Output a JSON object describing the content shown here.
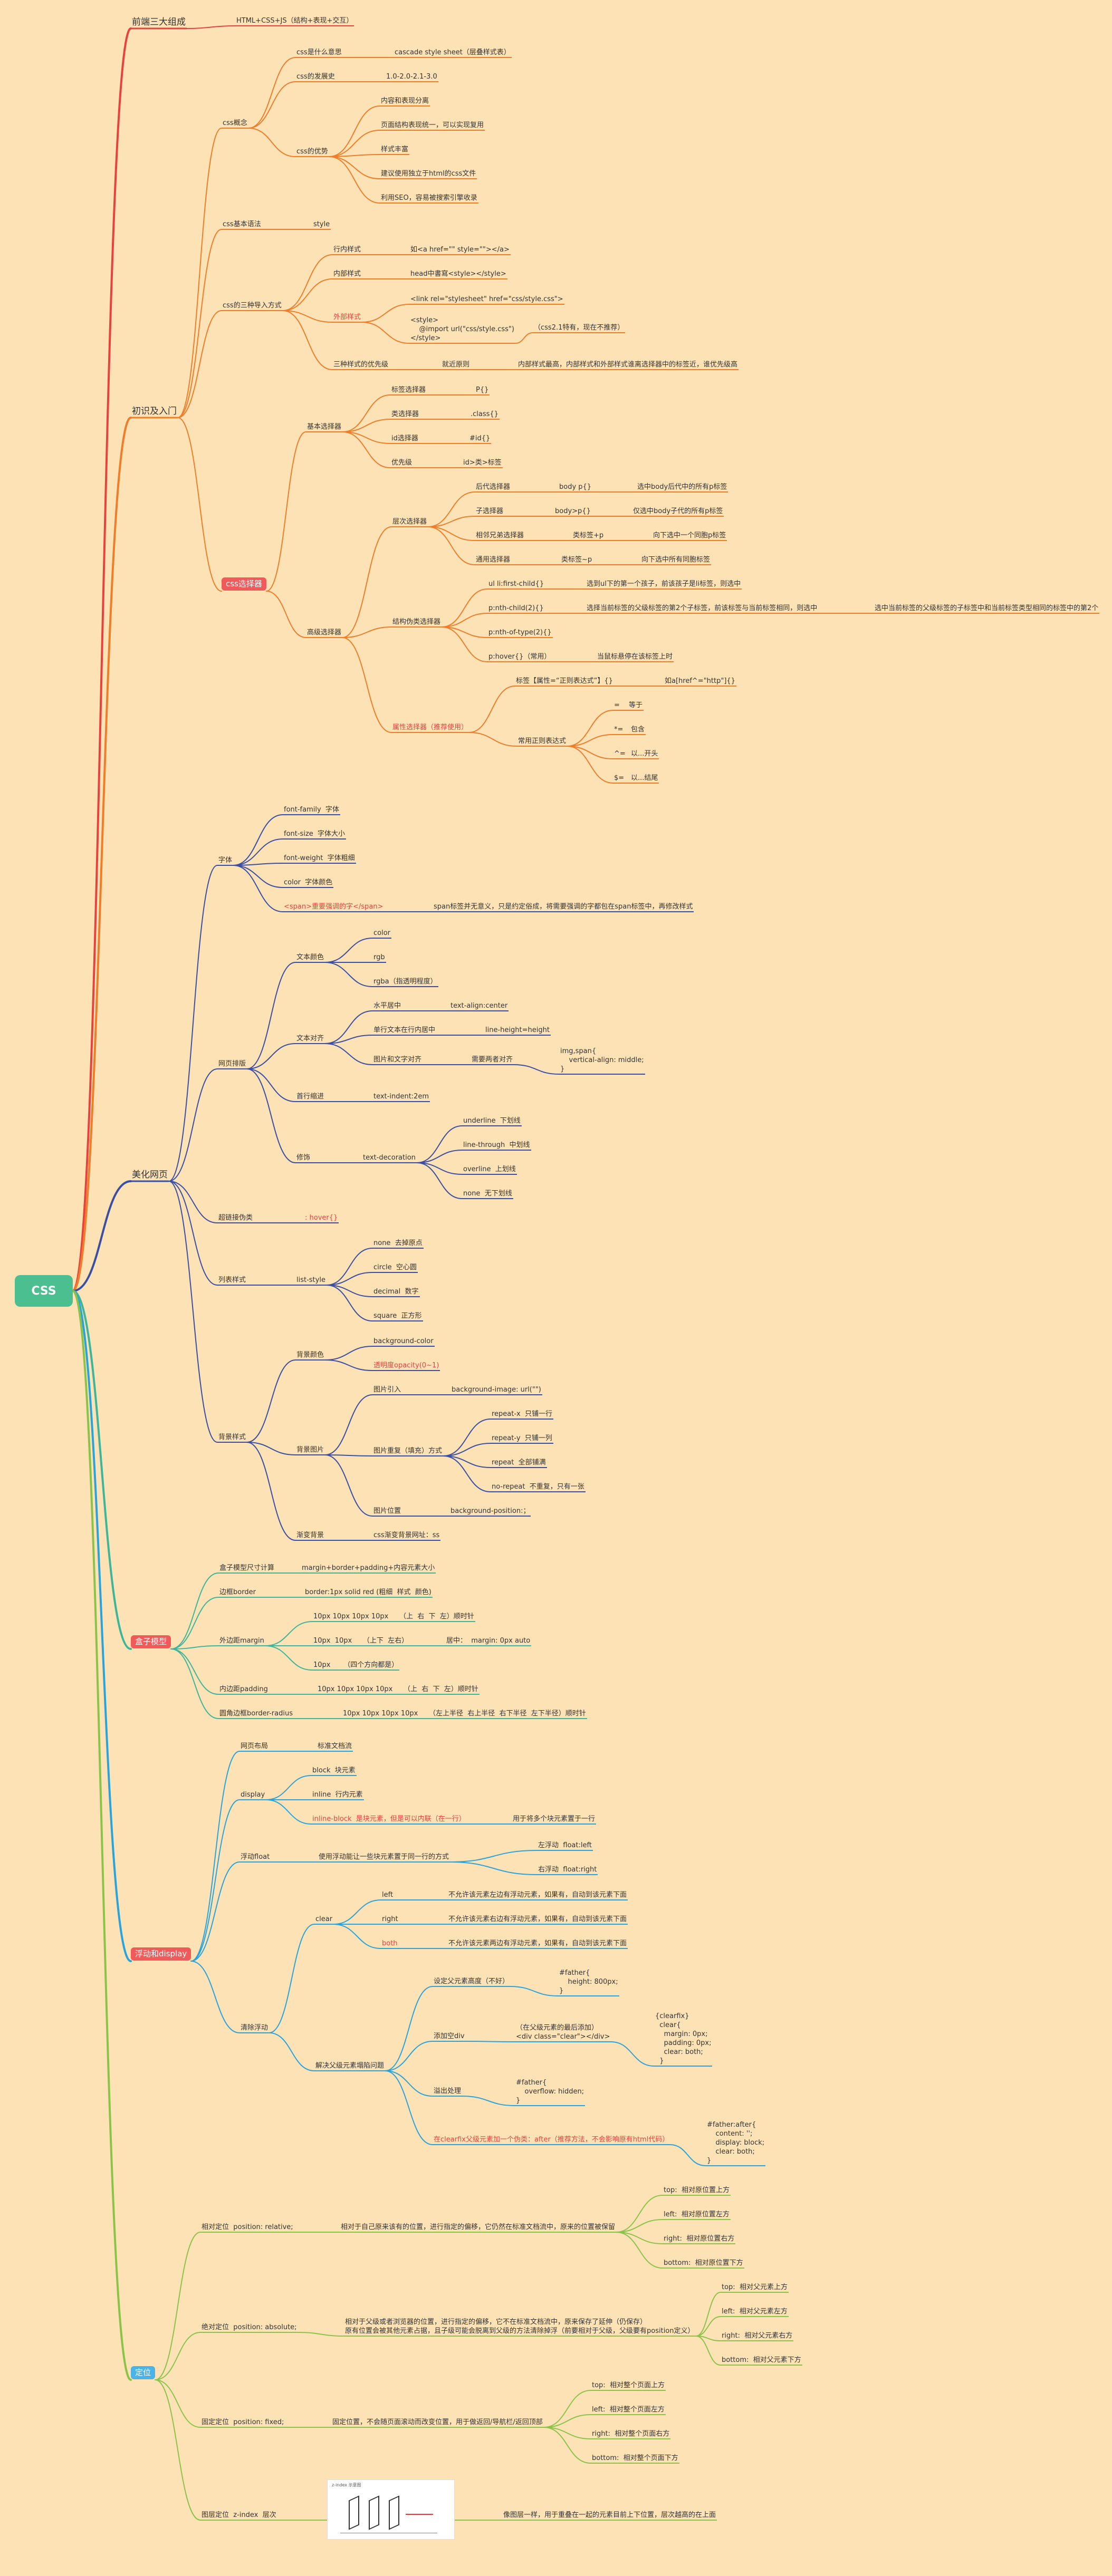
{
  "root": {
    "label": "CSS",
    "color": "#4cbf90"
  },
  "colors": {
    "background": "#fde2b6",
    "branch_front": "#e8423f",
    "branch_intro": "#f07d2a",
    "branch_beautify": "#3a4fa3",
    "branch_box": "#3db59a",
    "branch_float": "#29a3dc",
    "branch_position": "#8bc34a",
    "badge_selectors": "#f05a5a",
    "badge_box": "#f05a5a",
    "badge_float": "#f05a5a",
    "badge_position": "#4ab3e8"
  },
  "front": {
    "label": "前端三大组成",
    "desc": "HTML+CSS+JS（结构+表现+交互）"
  },
  "intro": {
    "label": "初识及入门",
    "concept": {
      "label": "css概念",
      "what": {
        "label": "css是什么意思",
        "value": "cascade style sheet（层叠样式表）"
      },
      "ver": {
        "label": "css的发展史",
        "value": "1.0-2.0-2.1-3.0"
      },
      "adv": {
        "label": "css的优势",
        "items": [
          "内容和表现分离",
          "页面结构表现统一，可以实现复用",
          "样式丰富",
          "建议使用独立于html的css文件",
          "利用SEO，容易被搜索引擎收录"
        ]
      }
    },
    "basic": {
      "label": "css基本语法",
      "value": "style"
    },
    "import": {
      "label": "css的三种导入方式",
      "inline": {
        "label": "行内样式",
        "value": "如<a href=\"\" style=\"\"></a>"
      },
      "internal": {
        "label": "内部样式",
        "value": "head中書寫<style></style>"
      },
      "external": {
        "label": "外部样式",
        "link": "<link rel=\"stylesheet\" href=\"css/style.css\">",
        "import_code": "<style>\n    @import url(\"css/style.css\")\n</style>",
        "import_note": "（css2.1特有，现在不推荐）"
      },
      "priority": {
        "label": "三种样式的优先级",
        "value": "就近原则",
        "desc": "内部样式最高，内部样式和外部样式谁离选择器中的标签近，谁优先级高"
      }
    },
    "selectors": {
      "label": "css选择器",
      "basic": {
        "label": "基本选择器",
        "items": [
          {
            "label": "标签选择器",
            "value": "P{}"
          },
          {
            "label": "类选择器",
            "value": ".class{}"
          },
          {
            "label": "id选择器",
            "value": "#id{}"
          },
          {
            "label": "优先级",
            "value": "id>类>标签"
          }
        ]
      },
      "advanced": {
        "label": "高级选择器",
        "hier": {
          "label": "层次选择器",
          "items": [
            {
              "label": "后代选择器",
              "value": "body p{}",
              "desc": "选中body后代中的所有p标签"
            },
            {
              "label": "子选择器",
              "value": "body>p{}",
              "desc": "仅选中body子代的所有p标签"
            },
            {
              "label": "相邻兄弟选择器",
              "value": "类标签+p",
              "desc": "向下选中一个同胞p标签"
            },
            {
              "label": "通用选择器",
              "value": "类标签~p",
              "desc": "向下选中所有同胞标签"
            }
          ]
        },
        "struct": {
          "label": "结构伪类选择器",
          "first_child": {
            "label": "ul li:first-child{}",
            "desc": "选到ul下的第一个孩子，前该孩子是li标签，则选中"
          },
          "nth_child": {
            "label": "p:nth-child(2){}",
            "desc": "选择当前标签的父级标签的第2个子标签，前该标签与当前标签相同，则选中",
            "desc2": "选中当前标签的父级标签的子标签中和当前标签类型相同的标签中的第2个"
          },
          "nth_type": {
            "label": "p:nth-of-type(2){}"
          },
          "hover": {
            "label": "p:hover{}（常用）",
            "desc": "当鼠标悬停在该标签上时"
          }
        },
        "attr": {
          "label": "属性选择器（推荐使用）",
          "syntax": "标签【属性=“正则表达式”】{}",
          "example": "如a[href^=\"http\"]{}",
          "regex": {
            "label": "常用正则表达式",
            "items": [
              {
                "k": "=",
                "v": "等于"
              },
              {
                "k": "*=",
                "v": "包含"
              },
              {
                "k": "^=",
                "v": "以...开头"
              },
              {
                "k": "$=",
                "v": "以...结尾"
              }
            ]
          }
        }
      }
    }
  },
  "beautify": {
    "label": "美化网页",
    "font": {
      "label": "字体",
      "items": [
        "font-family  字体",
        "font-size  字体大小",
        "font-weight  字体粗细",
        "color  字体颜色"
      ],
      "span": "<span>重要强调的字</span>",
      "span_desc": "span标签并无意义，只是约定俗成，将需要强调的字都包在span标签中，再修改样式"
    },
    "text": {
      "label": "网页排版",
      "color": {
        "label": "文本颜色",
        "items": [
          "color",
          "rgb",
          "rgba（指透明程度）"
        ]
      },
      "align": {
        "label": "文本对齐",
        "h": {
          "label": "水平居中",
          "value": "text-align:center"
        },
        "v": {
          "label": "单行文本在行内居中",
          "value": "line-height=height"
        },
        "img": {
          "label": "图片和文字对齐",
          "value": "需要两者对齐",
          "code": "img,span{\n    vertical-align: middle;\n}"
        }
      },
      "indent": {
        "label": "首行缩进",
        "value": "text-indent:2em"
      },
      "deco": {
        "label": "修饰",
        "value": "text-decoration",
        "items": [
          "underline  下划线",
          "line-through  中划线",
          "overline  上划线",
          "none  无下划线"
        ]
      }
    },
    "hover": {
      "label": "超链接伪类",
      "value": ": hover{}"
    },
    "list": {
      "label": "列表样式",
      "value": "list-style",
      "items": [
        "none  去掉原点",
        "circle  空心圆",
        "decimal  数字",
        "square  正方形"
      ]
    },
    "bg": {
      "label": "背景样式",
      "color": {
        "label": "背景颜色",
        "items": [
          "background-color",
          "透明度opacity(0~1)"
        ]
      },
      "image": {
        "label": "背景图片",
        "import": {
          "label": "图片引入",
          "value": "background-image: url(\"\")"
        },
        "repeat": {
          "label": "图片重复（填充）方式",
          "items": [
            "repeat-x  只铺一行",
            "repeat-y  只铺一列",
            "repeat  全部铺满",
            "no-repeat  不重复，只有一张"
          ]
        },
        "pos": {
          "label": "图片位置",
          "value": "background-position:；"
        }
      },
      "gradient": {
        "label": "渐变背景",
        "value": "css渐变背景网址：ss"
      }
    }
  },
  "box": {
    "label": "盒子模型",
    "items": [
      {
        "label": "盒子模型尺寸计算",
        "value": "margin+border+padding+内容元素大小"
      },
      {
        "label": "边框border",
        "value": "border:1px solid red (粗细  样式  颜色)"
      },
      {
        "label": "外边距margin",
        "rows": [
          "10px 10px 10px 10px     （上  右  下  左）顺时针",
          "10px  10px     （上下  左右）",
          "10px      （四个方向都是）"
        ],
        "note": "居中：  margin: 0px auto"
      },
      {
        "label": "内边距padding",
        "value": "10px 10px 10px 10px     （上  右  下  左）顺时针"
      },
      {
        "label": "圆角边框border-radius",
        "value": "10px 10px 10px 10px     （左上半径  右上半径  右下半径  左下半径）顺时针"
      }
    ]
  },
  "float": {
    "label": "浮动和display",
    "tag": {
      "label": "网页布局",
      "value": "标准文档流"
    },
    "display": {
      "label": "display",
      "items": [
        {
          "label": "block  块元素"
        },
        {
          "label": "inline  行内元素"
        },
        {
          "label": "inline-block  是块元素，但是可以内联（在一行）",
          "desc": "用于将多个块元素置于一行"
        }
      ]
    },
    "floatprop": {
      "label": "浮动float",
      "value": "使用浮动能让一些块元素置于同一行的方式",
      "items": [
        "左浮动  float:left",
        "右浮动  float:right"
      ]
    },
    "clearprop": {
      "label": "清除浮动",
      "clear": {
        "label": "clear",
        "items": [
          {
            "k": "left",
            "v": "不允许该元素左边有浮动元素，如果有，自动到该元素下面"
          },
          {
            "k": "right",
            "v": "不允许该元素右边有浮动元素，如果有，自动到该元素下面"
          },
          {
            "k": "both",
            "v": "不允许该元素两边有浮动元素，如果有，自动到该元素下面"
          }
        ]
      },
      "solve": {
        "label": "解决父级元素塌陷问题",
        "height": {
          "label": "设定父元素高度（不好）",
          "code": "#father{\n    height: 800px;\n}"
        },
        "div": {
          "label": "添加空div",
          "code": "（在父级元素的最后添加）\n<div class=\"clear\"></div>",
          "code2": "{clearfix}\n  clear{\n    margin: 0px;\n    padding: 0px;\n    clear: both;\n  }"
        },
        "overflow": {
          "label": "溢出处理",
          "code": "#father{\n    overflow: hidden;\n}"
        },
        "after": {
          "label": "在clearfix父级元素加一个伪类：after（推荐方法，不会影响原有html代码）",
          "code": "#father:after{\n    content: '';\n    display: block;\n    clear: both;\n}"
        }
      }
    }
  },
  "position": {
    "label": "定位",
    "relative": {
      "label": "相对定位  position: relative;",
      "desc": "相对于自己原来该有的位置，进行指定的偏移，它仍然在标准文档流中，原来的位置被保留",
      "items": [
        "top:  相对原位置上方",
        "left:  相对原位置左方",
        "right:  相对原位置右方",
        "bottom:  相对原位置下方"
      ]
    },
    "absolute": {
      "label": "绝对定位  position: absolute;",
      "desc": "相对于父级或者浏览器的位置，进行指定的偏移，它不在标准文档流中，原来保存了延伸（仍保存）\n原有位置会被其他元素占据，且子级可能会脱离到父级的方法清除掉浮（前要相对于父级，父级要有position定义）",
      "items": [
        "top:  相对父元素上方",
        "left:  相对父元素左方",
        "right:  相对父元素右方",
        "bottom:  相对父元素下方"
      ]
    },
    "fixed": {
      "label": "固定定位  position: fixed;",
      "desc": "固定位置，不会随页面滚动而改变位置，用于做返回/导航栏/返回顶部",
      "items": [
        "top:  相对整个页面上方",
        "left:  相对整个页面左方",
        "right:  相对整个页面右方",
        "bottom:  相对整个页面下方"
      ]
    },
    "zindex": {
      "label": "图层定位  z-index  层次",
      "desc": "像图层一样，用于重叠在一起的元素目前上下位置，层次越高的在上面",
      "fig_caption": "z-index 示意图"
    }
  }
}
